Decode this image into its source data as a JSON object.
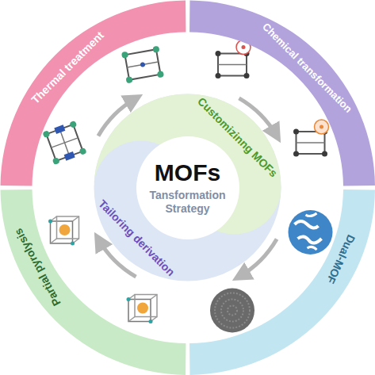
{
  "diagram": {
    "nodes": [
      {
        "text": [
          "Thermal treatment"
        ]
      },
      {
        "text": [
          "Chemical transformation"
        ]
      },
      {
        "text": [
          "Dual-MOF"
        ]
      },
      {
        "text": [
          "Partial pyrolysis"
        ]
      },
      {
        "text": [
          "MOFs",
          "Tansformation Strategy"
        ]
      }
    ],
    "labels": [
      "Customizinng MOFs",
      "Tailoring derivation"
    ]
  }
}
